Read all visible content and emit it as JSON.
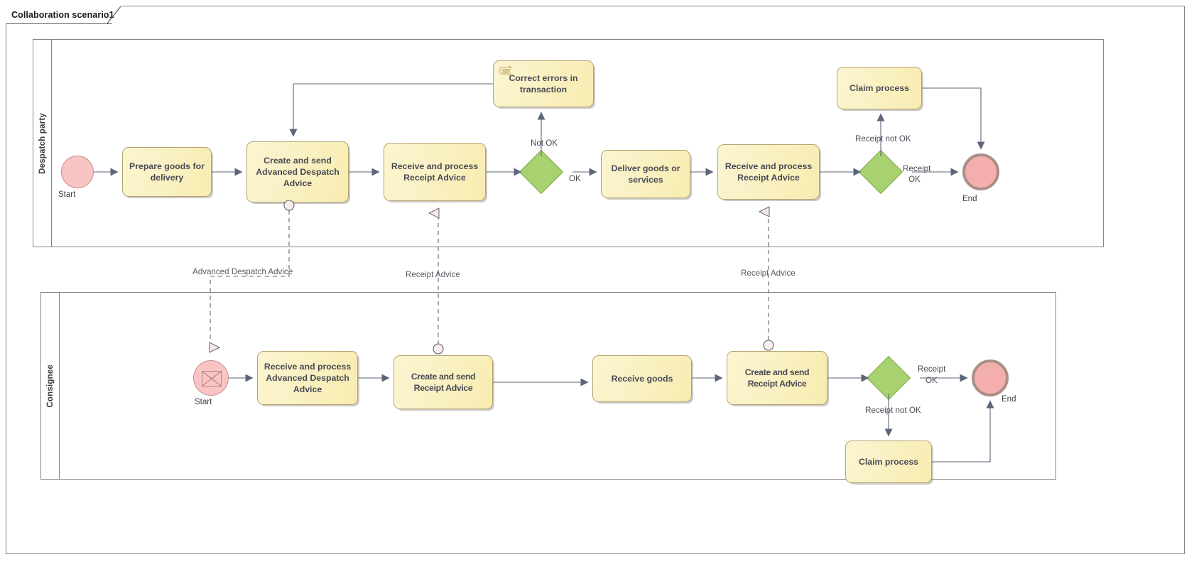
{
  "diagram": {
    "title": "Collaboration scenario1",
    "type": "bpmn-collaboration",
    "colors": {
      "task_fill": "#faf2c6",
      "task_border": "#b3a473",
      "gateway_fill": "#a8d170",
      "gateway_border": "#7fa84e",
      "start_event_fill": "#f8c4c4",
      "end_event_fill": "#f5aeae",
      "end_event_border": "#a98f86",
      "pool_border": "#8c8279",
      "flow_line": "#5c6579",
      "text": "#4a4a55"
    }
  },
  "pools": [
    {
      "id": "despatch",
      "label": "Despatch party",
      "events": [
        {
          "id": "d-start",
          "kind": "start",
          "label": "Start"
        },
        {
          "id": "d-end",
          "kind": "end",
          "label": "End"
        }
      ],
      "tasks": [
        {
          "id": "d-t1",
          "label": "Prepare goods for delivery",
          "icon": "none"
        },
        {
          "id": "d-t2",
          "label": "Create and send Advanced Despatch Advice",
          "icon": "none"
        },
        {
          "id": "d-t3",
          "label": "Receive and process Receipt Advice",
          "icon": "none"
        },
        {
          "id": "d-t4",
          "label": "Correct errors in transaction",
          "icon": "manual-hand-icon"
        },
        {
          "id": "d-t5",
          "label": "Deliver goods or services",
          "icon": "none"
        },
        {
          "id": "d-t6",
          "label": "Receive and process Receipt Advice",
          "icon": "none"
        },
        {
          "id": "d-t7",
          "label": "Claim process",
          "icon": "none"
        }
      ],
      "gateways": [
        {
          "id": "d-g1",
          "kind": "exclusive"
        },
        {
          "id": "d-g2",
          "kind": "exclusive"
        }
      ],
      "flow_labels": [
        {
          "id": "d-f-notok",
          "text": "Not OK"
        },
        {
          "id": "d-f-ok",
          "text": "OK"
        },
        {
          "id": "d-f-rnotok",
          "text": "Receipt not OK"
        },
        {
          "id": "d-f-rok-1",
          "text": "Receipt"
        },
        {
          "id": "d-f-rok-2",
          "text": "OK"
        }
      ]
    },
    {
      "id": "consignee",
      "label": "Consignee",
      "events": [
        {
          "id": "c-start",
          "kind": "message-start",
          "label": "Start"
        },
        {
          "id": "c-end",
          "kind": "end",
          "label": "End"
        }
      ],
      "tasks": [
        {
          "id": "c-t1",
          "label": "Receive and process Advanced Despatch Advice",
          "icon": "none"
        },
        {
          "id": "c-t2",
          "label": "Create and send Receipt Advice",
          "icon": "none"
        },
        {
          "id": "c-t3",
          "label": "Receive goods",
          "icon": "none"
        },
        {
          "id": "c-t4",
          "label": "Create and send Receipt Advice",
          "icon": "none"
        },
        {
          "id": "c-t5",
          "label": "Claim process",
          "icon": "none"
        }
      ],
      "gateways": [
        {
          "id": "c-g1",
          "kind": "exclusive"
        }
      ],
      "flow_labels": [
        {
          "id": "c-f-rok-1",
          "text": "Receipt"
        },
        {
          "id": "c-f-rok-2",
          "text": "OK"
        },
        {
          "id": "c-f-rnotok",
          "text": "Receipt not OK"
        }
      ]
    }
  ],
  "message_flows": [
    {
      "id": "m1",
      "label": "Advanced Despatch Advice"
    },
    {
      "id": "m2",
      "label": "Receipt Advice"
    },
    {
      "id": "m3",
      "label": "Receipt Advice"
    }
  ]
}
